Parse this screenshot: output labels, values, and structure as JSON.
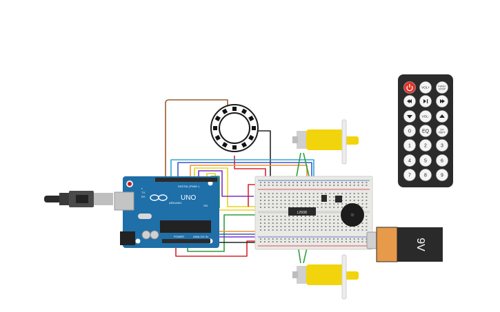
{
  "arduino": {
    "logo_text": "UNO",
    "brand_text": "ARDUINO",
    "digital_label": "DIGITAL (PWM~)",
    "power_label": "POWER",
    "analog_label": "ANALOG IN",
    "tx_label": "TX",
    "rx_label": "RX",
    "l_label": "L",
    "on_label": "ON"
  },
  "driver_chip": {
    "label": "L293D"
  },
  "battery": {
    "label": "9V"
  },
  "remote": {
    "buttons": [
      {
        "label": "",
        "kind": "power"
      },
      {
        "label": "VOL+",
        "kind": "text"
      },
      {
        "label": "FUNC/\nSTOP",
        "kind": "text"
      },
      {
        "label": "",
        "kind": "prev"
      },
      {
        "label": "",
        "kind": "playpause"
      },
      {
        "label": "",
        "kind": "next"
      },
      {
        "label": "",
        "kind": "down"
      },
      {
        "label": "VOL-",
        "kind": "text"
      },
      {
        "label": "",
        "kind": "up"
      },
      {
        "label": "0",
        "kind": "text"
      },
      {
        "label": "EQ",
        "kind": "text"
      },
      {
        "label": "ST/\nREPT",
        "kind": "text"
      },
      {
        "label": "1",
        "kind": "text"
      },
      {
        "label": "2",
        "kind": "text"
      },
      {
        "label": "3",
        "kind": "text"
      },
      {
        "label": "4",
        "kind": "text"
      },
      {
        "label": "5",
        "kind": "text"
      },
      {
        "label": "6",
        "kind": "text"
      },
      {
        "label": "7",
        "kind": "text"
      },
      {
        "label": "8",
        "kind": "text"
      },
      {
        "label": "9",
        "kind": "text"
      }
    ]
  },
  "colors": {
    "arduino_blue": "#1f6fa8",
    "breadboard": "#e9e9e6",
    "motor_yellow": "#f2d40c",
    "battery_orange": "#e79a4a",
    "remote_body": "#2b2b2b",
    "remote_power": "#e0322b"
  }
}
